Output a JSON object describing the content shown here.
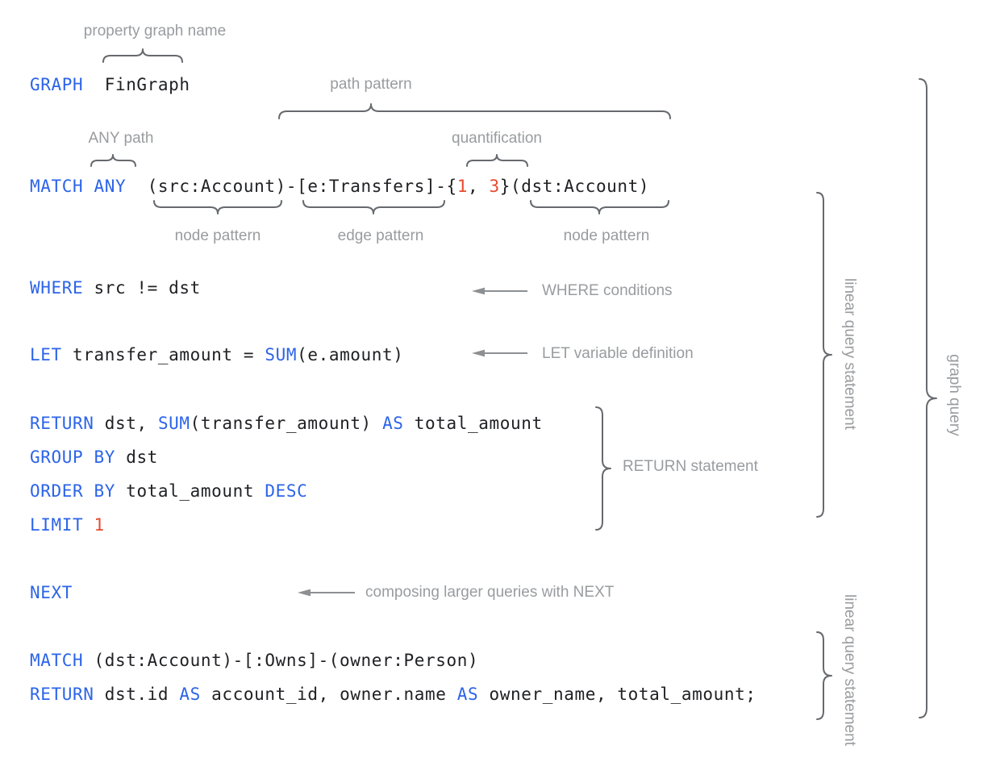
{
  "colors": {
    "background": "#ffffff",
    "keyword": "#2c64e8",
    "literal": "#e8492e",
    "code_text": "#202124",
    "annotation_text": "#999c9f",
    "brace_stroke": "#66696d",
    "arrow": "#8d9093"
  },
  "code_lines": [
    {
      "name": "graph-clause",
      "tokens": [
        {
          "t": "GRAPH",
          "c": "kw"
        },
        {
          "t": "  FinGraph",
          "c": "pl"
        }
      ]
    },
    {
      "name": "match-any-clause",
      "tokens": [
        {
          "t": "MATCH ANY",
          "c": "kw"
        },
        {
          "t": "  (src:Account)-[e:Transfers]-{",
          "c": "pl"
        },
        {
          "t": "1",
          "c": "num"
        },
        {
          "t": ", ",
          "c": "pl"
        },
        {
          "t": "3",
          "c": "num"
        },
        {
          "t": "}(dst:Account)",
          "c": "pl"
        }
      ]
    },
    {
      "name": "where-clause",
      "tokens": [
        {
          "t": "WHERE",
          "c": "kw"
        },
        {
          "t": " src != dst",
          "c": "pl"
        }
      ]
    },
    {
      "name": "let-clause",
      "tokens": [
        {
          "t": "LET",
          "c": "kw"
        },
        {
          "t": " transfer_amount = ",
          "c": "pl"
        },
        {
          "t": "SUM",
          "c": "kw"
        },
        {
          "t": "(e.amount)",
          "c": "pl"
        }
      ]
    },
    {
      "name": "return-clause",
      "tokens": [
        {
          "t": "RETURN",
          "c": "kw"
        },
        {
          "t": " dst, ",
          "c": "pl"
        },
        {
          "t": "SUM",
          "c": "kw"
        },
        {
          "t": "(transfer_amount) ",
          "c": "pl"
        },
        {
          "t": "AS",
          "c": "kw"
        },
        {
          "t": " total_amount",
          "c": "pl"
        }
      ]
    },
    {
      "name": "group-by-clause",
      "tokens": [
        {
          "t": "GROUP BY",
          "c": "kw"
        },
        {
          "t": " dst",
          "c": "pl"
        }
      ]
    },
    {
      "name": "order-by-clause",
      "tokens": [
        {
          "t": "ORDER BY",
          "c": "kw"
        },
        {
          "t": " total_amount ",
          "c": "pl"
        },
        {
          "t": "DESC",
          "c": "kw"
        }
      ]
    },
    {
      "name": "limit-clause",
      "tokens": [
        {
          "t": "LIMIT",
          "c": "kw"
        },
        {
          "t": " ",
          "c": "pl"
        },
        {
          "t": "1",
          "c": "num"
        }
      ]
    },
    {
      "name": "next-clause",
      "tokens": [
        {
          "t": "NEXT",
          "c": "kw"
        }
      ]
    },
    {
      "name": "match-owns-clause",
      "tokens": [
        {
          "t": "MATCH",
          "c": "kw"
        },
        {
          "t": " (dst:Account)-[:Owns]-(owner:Person)",
          "c": "pl"
        }
      ]
    },
    {
      "name": "final-return-clause",
      "tokens": [
        {
          "t": "RETURN",
          "c": "kw"
        },
        {
          "t": " dst.id ",
          "c": "pl"
        },
        {
          "t": "AS",
          "c": "kw"
        },
        {
          "t": " account_id, owner.name ",
          "c": "pl"
        },
        {
          "t": "AS",
          "c": "kw"
        },
        {
          "t": " owner_name, total_amount;",
          "c": "pl"
        }
      ]
    }
  ],
  "annotations": {
    "property_graph_name": "property graph name",
    "path_pattern": "path pattern",
    "any_path": "ANY path",
    "quantification": "quantification",
    "node_pattern_left": "node pattern",
    "edge_pattern": "edge pattern",
    "node_pattern_right": "node pattern",
    "where_conditions": "WHERE conditions",
    "let_definition": "LET variable definition",
    "return_statement": "RETURN statement",
    "next_note": "composing larger queries with NEXT",
    "linear_query_statement_1": "linear query statement",
    "linear_query_statement_2": "linear query statement",
    "graph_query": "graph query"
  }
}
